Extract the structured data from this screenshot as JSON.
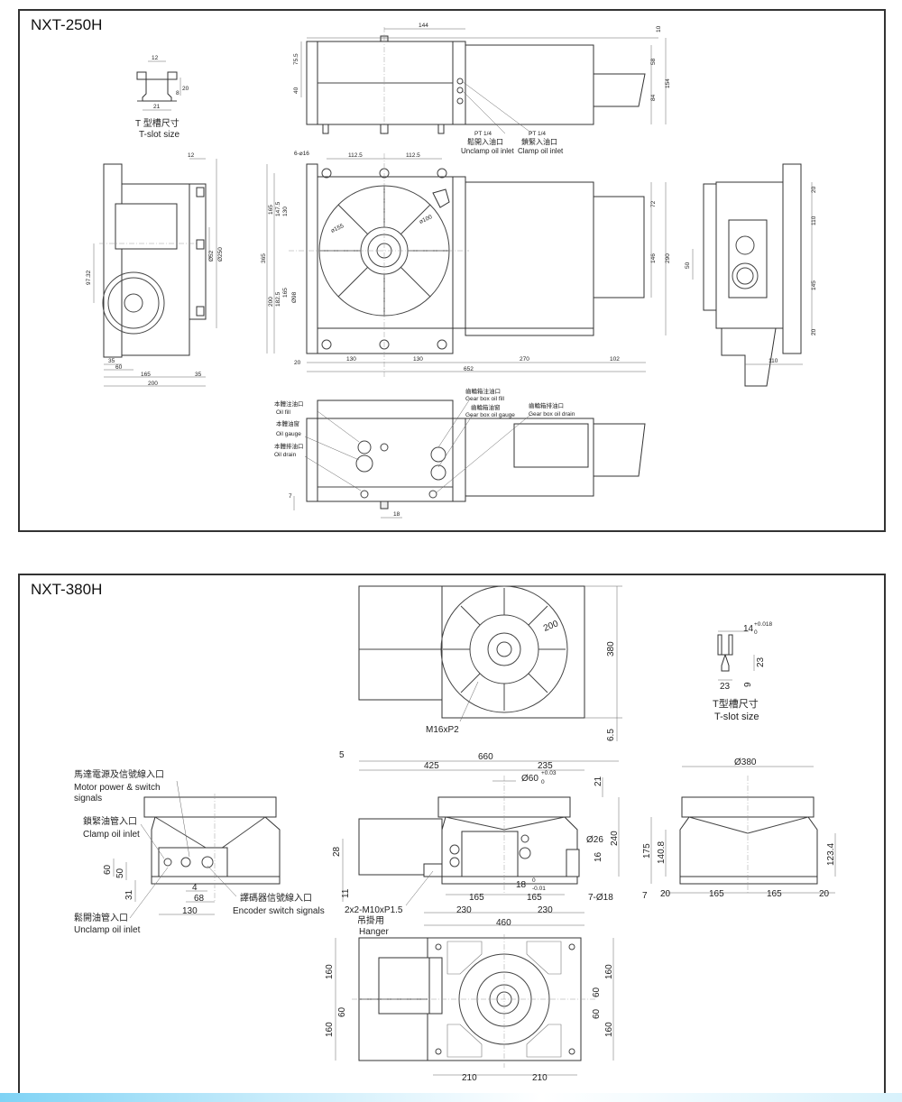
{
  "colors": {
    "line": "#444444",
    "fill": "#eeeeee",
    "panel_border": "#333333",
    "accent": "#7fd3f5"
  },
  "p250": {
    "title": "NXT-250H",
    "tslot": {
      "w": "12",
      "h1": "20",
      "h2": "8",
      "base": "21",
      "label_cn": "T 型槽尺寸",
      "label_en": "T-slot size"
    },
    "top": {
      "d144": "144",
      "d10": "10",
      "d58": "58",
      "d84": "84",
      "d154": "154",
      "d75": "75.5",
      "d40": "40",
      "pt1": "PT 1/4",
      "pt1_cn": "鬆開入油口",
      "pt1_en": "Unclamp oil inlet",
      "pt2": "PT 1/4",
      "pt2_cn": "鎖緊入油口",
      "pt2_en": "Clamp oil inlet"
    },
    "left": {
      "d12": "12",
      "d9732": "97.32",
      "d35": "35",
      "d60": "60",
      "d165": "165",
      "d35b": "35",
      "d200": "200",
      "dia52": "Ø52",
      "dia250": "Ø250"
    },
    "front": {
      "holes": "6-⌀16",
      "d1125a": "112.5",
      "d1125b": "112.5",
      "d165": "165",
      "d1475": "147.5",
      "d130": "130",
      "d365": "365",
      "d200": "200",
      "d1825": "182.5",
      "d165b": "165",
      "d98": "Ø98",
      "d155": "⌀155",
      "d100": "⌀100",
      "d20": "20",
      "d130b": "130",
      "d130c": "130",
      "d652": "652",
      "d270": "270",
      "d102": "102",
      "d72": "72",
      "d146": "146",
      "d290": "290"
    },
    "right": {
      "d20a": "20",
      "d110": "110",
      "d145": "145",
      "d20b": "20",
      "d50": "50",
      "d110b": "110"
    },
    "bottom": {
      "oilfill_cn": "本體注油口",
      "oilfill_en": "Oil fill",
      "gauge_cn": "本體油窗",
      "gauge_en": "Oil gauge",
      "drain_cn": "本體排油口",
      "drain_en": "Oil drain",
      "gbfill_cn": "齒輪箱注油口",
      "gbfill_en": "Gear box oil fill",
      "gbgauge_cn": "齒輪箱油窗",
      "gbgauge_en": "Gear box oil gauge",
      "gbdrain_cn": "齒輪箱排油口",
      "gbdrain_en": "Gear box oil drain",
      "d7": "7",
      "d18": "18"
    }
  },
  "p380": {
    "title": "NXT-380H",
    "top": {
      "d200": "200",
      "d380": "380",
      "m16": "M16xP2",
      "d65": "6.5"
    },
    "tslot": {
      "w": "14",
      "w_tol": "+0.018",
      "w_tol2": "0",
      "h23": "23",
      "h9": "9",
      "base": "23",
      "label_cn": "T型槽尺寸",
      "label_en": "T-slot size"
    },
    "left": {
      "motor_cn": "馬達電源及信號線入口",
      "motor_en1": "Motor power & switch",
      "motor_en2": "signals",
      "clamp_cn": "鎖緊油管入口",
      "clamp_en": "Clamp oil inlet",
      "d60": "60",
      "d50": "50",
      "d31": "31",
      "d4": "4",
      "d68": "68",
      "d130": "130",
      "enc_cn": "譯碼器信號線入口",
      "enc_en": "Encoder switch signals",
      "unclamp_cn": "鬆開油管入口",
      "unclamp_en": "Unclamp oil inlet"
    },
    "front": {
      "d5": "5",
      "d660": "660",
      "d425": "425",
      "d235": "235",
      "dia60": "Ø60",
      "dia60_tol": "+0.03",
      "dia60_tol2": "0",
      "d21": "21",
      "d240": "240",
      "dia26": "Ø26",
      "d16": "16",
      "d28": "28",
      "d11": "11",
      "d18": "18",
      "d18_tol": "0",
      "d18_tol2": "-0.01",
      "d165a": "165",
      "d165b": "165",
      "holes": "7-Ø18",
      "d230a": "230",
      "d230b": "230",
      "d460": "460",
      "hanger": "2x2-M10xP1.5",
      "hanger_cn": "吊掛用",
      "hanger_en": "Hanger"
    },
    "right": {
      "dia380": "Ø380",
      "d175": "175",
      "d1408": "140.8",
      "d1234": "123.4",
      "d7": "7",
      "d20a": "20",
      "d165a": "165",
      "d165b": "165",
      "d20b": "20"
    },
    "bottom": {
      "d160a": "160",
      "d60a": "60",
      "d160b": "160",
      "d160c": "160",
      "d60b": "60",
      "d60c": "60",
      "d160d": "160",
      "d210a": "210",
      "d210b": "210"
    }
  }
}
